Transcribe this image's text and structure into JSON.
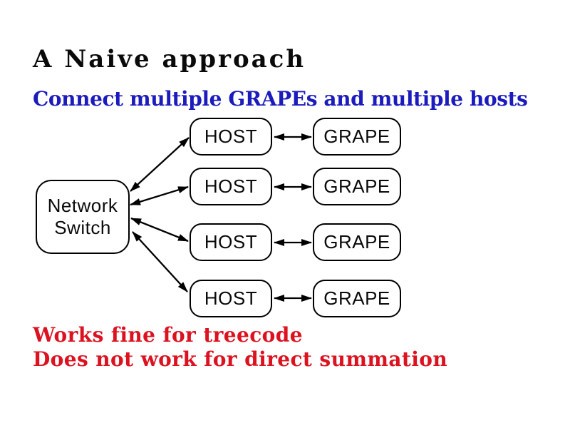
{
  "slide": {
    "title": "A Naive approach",
    "subtitle": "Connect multiple GRAPEs and multiple hosts",
    "footer_line1": "Works fine for treecode",
    "footer_line2": "Does not work for direct summation"
  },
  "diagram": {
    "switch": {
      "line1": "Network",
      "line2": "Switch"
    },
    "rows": [
      {
        "host": "HOST",
        "grape": "GRAPE"
      },
      {
        "host": "HOST",
        "grape": "GRAPE"
      },
      {
        "host": "HOST",
        "grape": "GRAPE"
      },
      {
        "host": "HOST",
        "grape": "GRAPE"
      }
    ],
    "connections": {
      "switch_to_hosts": "bidirectional-arrows",
      "host_to_grape": "bidirectional-arrows"
    }
  },
  "colors": {
    "text_black": "#0a0a0a",
    "subtitle_blue": "#1b1bbe",
    "footer_red": "#dc1220",
    "box_border": "#000000",
    "background": "#ffffff"
  }
}
